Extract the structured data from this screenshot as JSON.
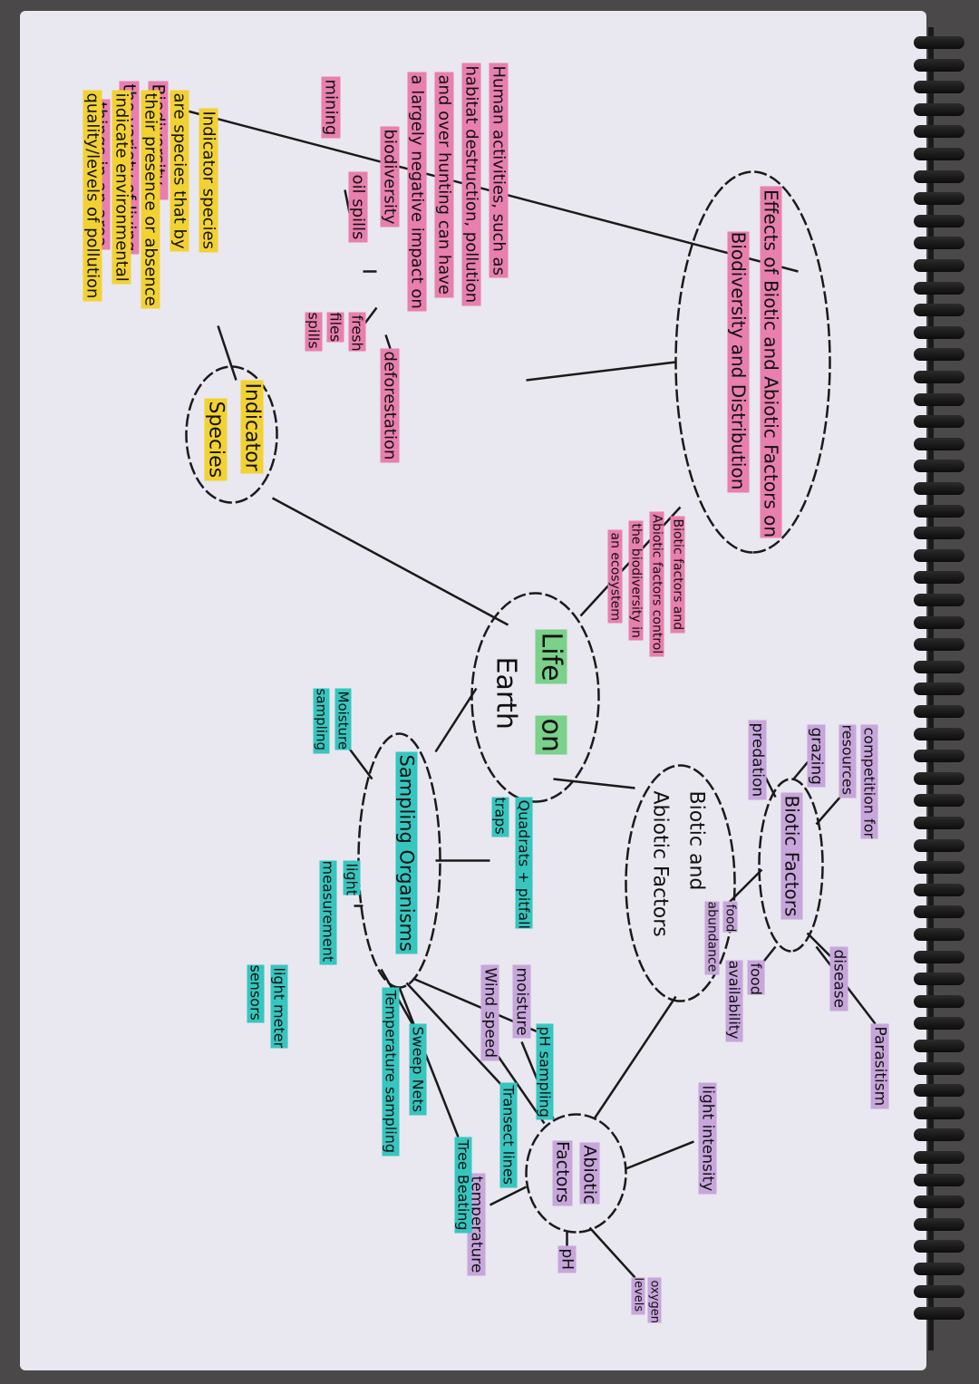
{
  "center": {
    "line1": "Life",
    "line2": "on",
    "line3": "Earth"
  },
  "nodes": {
    "biodiversity_heading": "Effects of Biotic and Abiotic Factors on Biodiversity and Distribution",
    "biotic_abiotic": {
      "line1": "Biotic and",
      "line2": "Abiotic Factors"
    },
    "biotic_factors": "Biotic Factors",
    "abiotic_factors": "Abiotic Factors",
    "sampling": "Sampling Organisms",
    "indicator_species": {
      "line1": "Indicator",
      "line2": "Species"
    }
  },
  "biodiversity_branch": {
    "definition": [
      "Biodiversity -",
      "the variety of living",
      "things in an area"
    ],
    "human_activities": [
      "Human activities, such as",
      "habitat destruction, pollution",
      "and over hunting can have",
      "a largely negative impact on",
      "biodiversity"
    ],
    "impacts": {
      "mining": "mining",
      "oil_spills": "oil spills",
      "fresh_files": "fresh files spills",
      "deforestation": "deforestation"
    },
    "effect_note": [
      "Biotic factors and",
      "Abiotic factors control",
      "the biodiversity in",
      "an ecosystem"
    ]
  },
  "indicator_branch": {
    "text": [
      "Indicator species",
      "are species that by",
      "their presence or absence",
      "indicate environmental",
      "quality/levels of pollution"
    ]
  },
  "biotic_branch": {
    "items": {
      "competition": "competition for resources",
      "parasitism": "Parasitism",
      "disease": "disease",
      "food_availability": "food availability",
      "food_abundance": "food abundance",
      "grazing": "grazing",
      "predation": "predation"
    }
  },
  "abiotic_branch": {
    "items": {
      "light_intensity": "light intensity",
      "oxygen": "oxygen levels",
      "ph": "pH",
      "temperature": "temperature",
      "wind_speed": "Wind speed",
      "moisture": "moisture"
    }
  },
  "sampling_branch": {
    "items": {
      "quadrats": "Quadrats + pitfall traps",
      "ph_sampling": "pH sampling",
      "transect": "Transect lines",
      "tree_beating": "Tree Beating",
      "sweep_nets": "Sweep Nets",
      "temperature_sampling": "Temperature sampling",
      "light_measurement": "light measurement",
      "light_meter": "light meter sensors",
      "moisture_sampling": "Moisture sampling"
    }
  },
  "colors": {
    "pink": "#e87fae",
    "yellow": "#f2d233",
    "purple": "#c7a6db",
    "teal": "#36c6bf",
    "green": "#7ad189",
    "ink": "#111111",
    "paper": "#e9e7ef"
  },
  "icons": {
    "binding": "spiral-binding-icon"
  }
}
